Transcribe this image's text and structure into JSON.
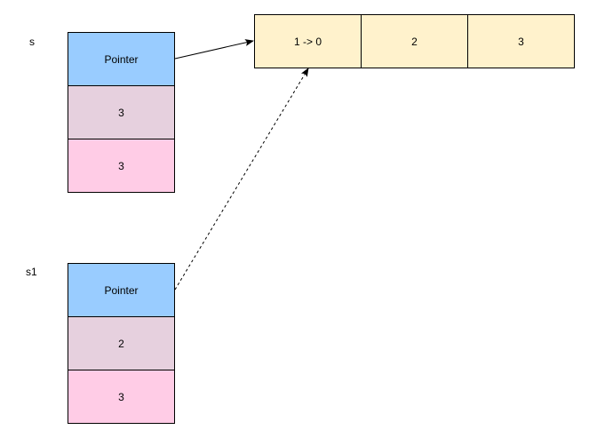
{
  "variables": [
    {
      "name": "s",
      "slices": [
        {
          "text": "Pointer",
          "color": "#99ccff"
        },
        {
          "text": "3",
          "color": "#e6d0de"
        },
        {
          "text": "3",
          "color": "#ffcce6"
        }
      ]
    },
    {
      "name": "s1",
      "slices": [
        {
          "text": "Pointer",
          "color": "#99ccff"
        },
        {
          "text": "2",
          "color": "#e6d0de"
        },
        {
          "text": "3",
          "color": "#ffcce6"
        }
      ]
    }
  ],
  "underlying_array": {
    "cells": [
      "1 -> 0",
      "2",
      "3"
    ],
    "color": "#fff2cc"
  },
  "arrows": [
    {
      "from": "s",
      "to": "array-cell-0",
      "style": "solid"
    },
    {
      "from": "s1",
      "to": "array-cell-0",
      "style": "dashed"
    }
  ]
}
